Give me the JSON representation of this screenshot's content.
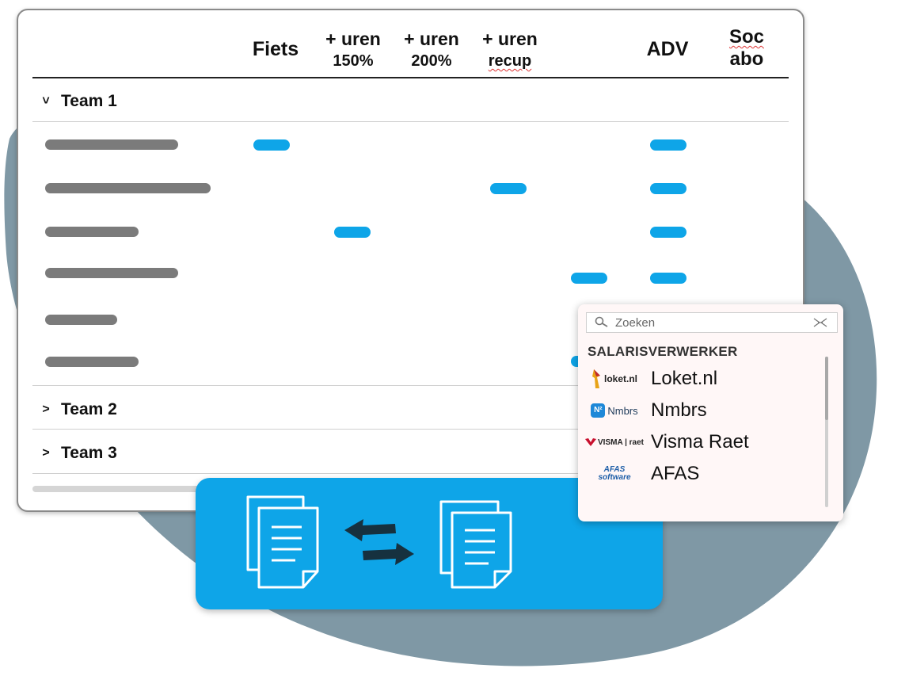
{
  "columns": {
    "fiets": "Fiets",
    "uren150_top": "+ uren",
    "uren150_bottom": "150%",
    "uren200_top": "+ uren",
    "uren200_bottom": "200%",
    "recup_top": "+ uren",
    "recup_bottom": "recup",
    "adv": "ADV",
    "soc_top": "Soc",
    "soc_bottom": "abo"
  },
  "teams": [
    {
      "label": "Team 1",
      "chevron": "˅",
      "expanded": true
    },
    {
      "label": "Team 2",
      "chevron": ">",
      "expanded": false
    },
    {
      "label": "Team 3",
      "chevron": ">",
      "expanded": false
    }
  ],
  "rows_team1": [
    {
      "marks": [
        "fiets",
        "adv"
      ]
    },
    {
      "marks": [
        "recup",
        "adv"
      ]
    },
    {
      "marks": [
        "uren150",
        "adv"
      ]
    },
    {
      "marks": [
        "extra",
        "adv"
      ]
    },
    {
      "marks": []
    },
    {
      "marks": [
        "extra"
      ]
    }
  ],
  "dropdown": {
    "search_placeholder": "Zoeken",
    "heading": "SALARISVERWERKER",
    "items": [
      {
        "name": "Loket.nl",
        "logo_text": "loket.nl",
        "icon": "loket-logo-icon"
      },
      {
        "name": "Nmbrs",
        "logo_text": "Nmbrs",
        "icon": "nmbrs-logo-icon"
      },
      {
        "name": "Visma Raet",
        "logo_text": "VISMA | raet",
        "icon": "visma-raet-logo-icon"
      },
      {
        "name": "AFAS",
        "logo_text": "AFAS software",
        "icon": "afas-logo-icon"
      }
    ]
  },
  "colors": {
    "accent_blue": "#0ea5e8",
    "blob": "#7f98a5",
    "placeholder_bar": "#7b7b7b",
    "arrow": "#16313f"
  }
}
